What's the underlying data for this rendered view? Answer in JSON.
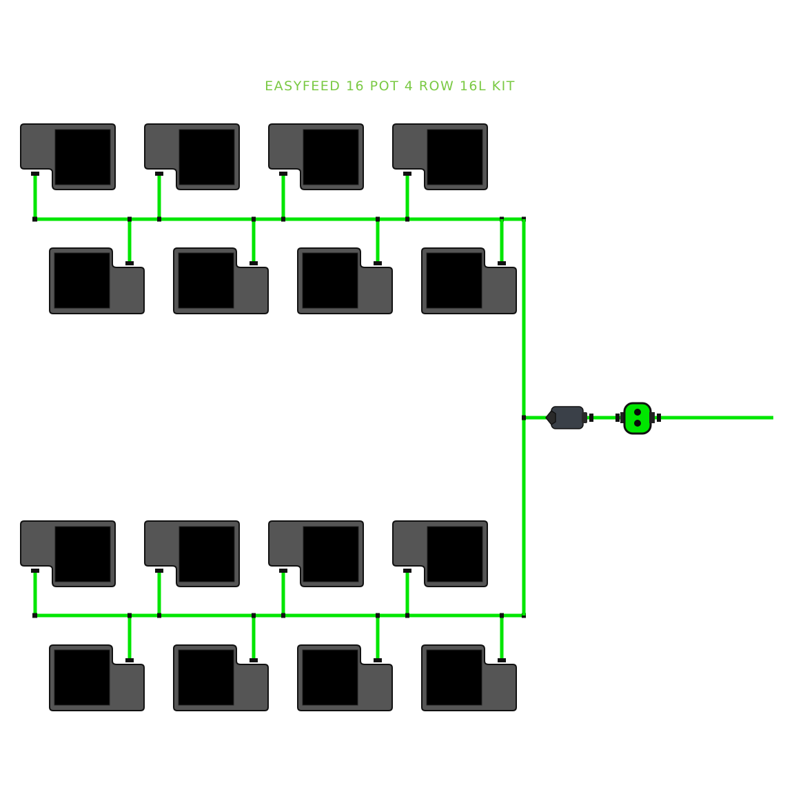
{
  "title": "EASYFEED 16 POT 4 ROW 16L KIT",
  "colors": {
    "title": "#7ac943",
    "tube": "#00e600",
    "pot_body": "#555555",
    "pot_insert": "#000000",
    "outline": "#111111",
    "filter_body": "#3a4048",
    "valve_body": "#00e600"
  },
  "diagram": {
    "pot_count": 16,
    "row_count": 4,
    "components": [
      "pot",
      "tube",
      "filter",
      "valve"
    ]
  }
}
